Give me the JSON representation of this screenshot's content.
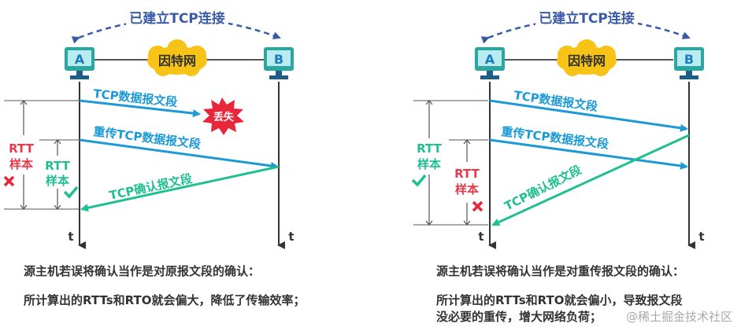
{
  "left": {
    "connection_label": "已建立TCP连接",
    "host_a": "A",
    "host_b": "B",
    "internet": "因特网",
    "msg1": "TCP数据报文段",
    "lost": "丢失",
    "msg2": "重传TCP数据报文段",
    "ack": "TCP确认报文段",
    "rtt_outer_1": "RTT",
    "rtt_outer_2": "样本",
    "rtt_inner_1": "RTT",
    "rtt_inner_2": "样本",
    "time_a": "t",
    "time_b": "t",
    "caption1": "源主机若误将确认当作是对原报文段的确认：",
    "caption2": "所计算出的RTTs和RTO就会偏大，降低了传输效率；"
  },
  "right": {
    "connection_label": "已建立TCP连接",
    "host_a": "A",
    "host_b": "B",
    "internet": "因特网",
    "msg1": "TCP数据报文段",
    "msg2": "重传TCP数据报文段",
    "ack": "TCP确认报文段",
    "rtt_outer_1": "RTT",
    "rtt_outer_2": "样本",
    "rtt_inner_1": "RTT",
    "rtt_inner_2": "样本",
    "time_a": "t",
    "time_b": "t",
    "caption1": "源主机若误将确认当作是对重传报文段的确认：",
    "caption2": "所计算出的RTTs和RTO就会偏小，导致报文段",
    "caption3": "没必要的重传，增大网络负荷；"
  },
  "watermark": "@稀土掘金技术社区",
  "colors": {
    "blue": "#1b9ad6",
    "green": "#1fbf8f",
    "red": "#e83a4a",
    "dashed": "#3a5ba8",
    "cloud": "#f7c317",
    "host": "#2ba7a0"
  }
}
